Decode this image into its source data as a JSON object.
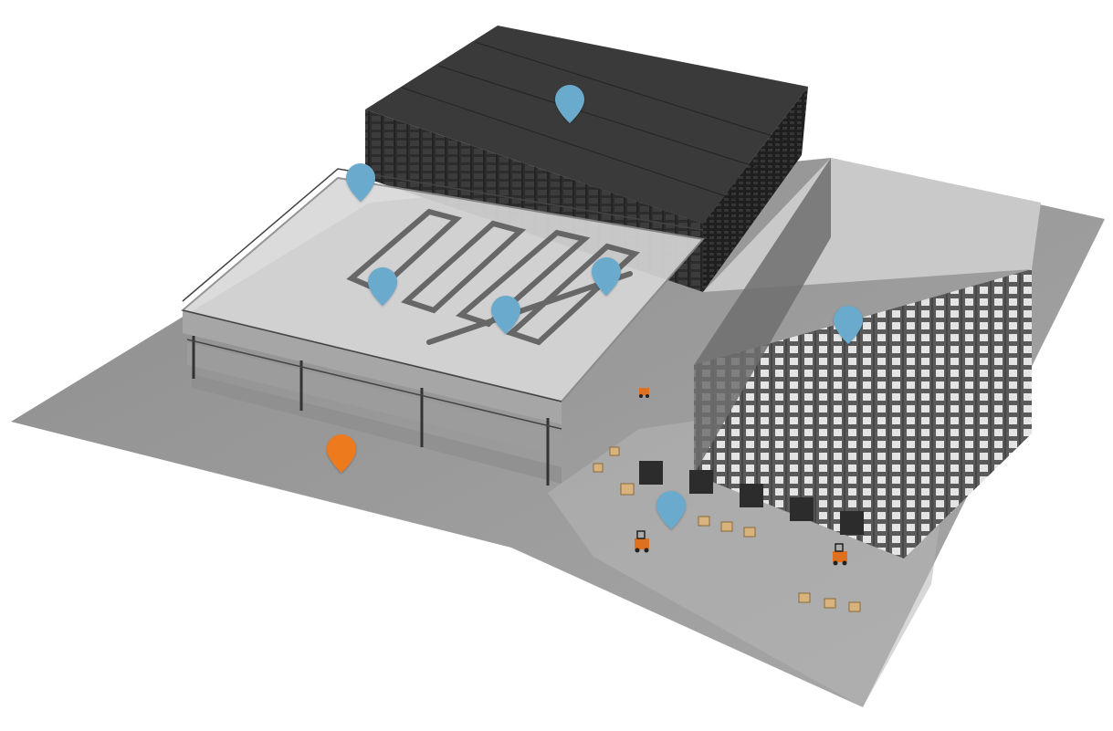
{
  "scene": {
    "description_icon": "warehouse-3d-illustration",
    "colors": {
      "floor": "#9a9a9a",
      "floor_light": "#b4b4b4",
      "asrs_dark": "#2f2f2f",
      "rack_light": "#d9d9d9",
      "pallet": "#d9b37c",
      "forklift": "#e0701e"
    }
  },
  "hotspots": [
    {
      "id": "pin-asrs-top",
      "color": "#6aaacd",
      "icon": "map-pin-icon"
    },
    {
      "id": "pin-mezzanine-left",
      "color": "#6aaacd",
      "icon": "map-pin-icon"
    },
    {
      "id": "pin-picking-1",
      "color": "#6aaacd",
      "icon": "map-pin-icon"
    },
    {
      "id": "pin-picking-2",
      "color": "#6aaacd",
      "icon": "map-pin-icon"
    },
    {
      "id": "pin-picking-3",
      "color": "#6aaacd",
      "icon": "map-pin-icon"
    },
    {
      "id": "pin-rack-block",
      "color": "#6aaacd",
      "icon": "map-pin-icon"
    },
    {
      "id": "pin-docks",
      "color": "#6aaacd",
      "icon": "map-pin-icon"
    },
    {
      "id": "pin-floor-selected",
      "color": "#ee7a1e",
      "icon": "map-pin-icon"
    }
  ]
}
